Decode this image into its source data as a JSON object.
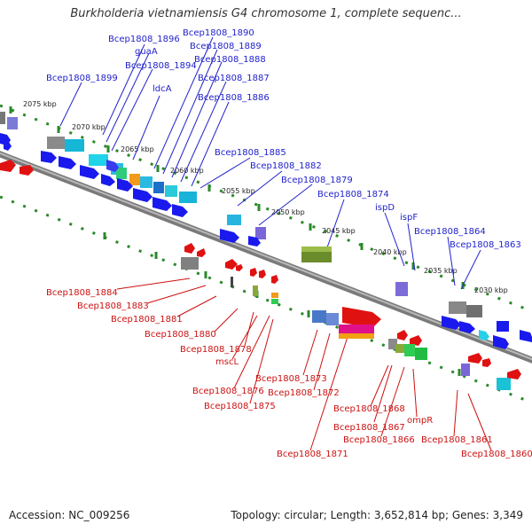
{
  "title": "Burkholderia vietnamiensis G4 chromosome 1, complete sequenc...",
  "footer": {
    "accession": "Accession: NC_009256",
    "summary": "Topology: circular; Length: 3,652,814 bp; Genes: 3,349"
  },
  "colors": {
    "forward_label": "#2222cc",
    "reverse_label": "#cc1111",
    "backbone": "#888888",
    "tick_dots": "#2a8a2a"
  },
  "ticks": [
    "2075 kbp",
    "2070 kbp",
    "2065 kbp",
    "2060 kbp",
    "2055 kbp",
    "2050 kbp",
    "2045 kbp",
    "2040 kbp",
    "2035 kbp",
    "2030 kbp"
  ],
  "forward_labels": [
    "Bcep1808_1896",
    "guaA",
    "Bcep1808_1894",
    "Bcep1808_1899",
    "ldcA",
    "Bcep1808_1890",
    "Bcep1808_1889",
    "Bcep1808_1888",
    "Bcep1808_1887",
    "Bcep1808_1886",
    "Bcep1808_1885",
    "Bcep1808_1882",
    "Bcep1808_1879",
    "Bcep1808_1874",
    "ispD",
    "ispF",
    "Bcep1808_1864",
    "Bcep1808_1863"
  ],
  "reverse_labels": [
    "Bcep1808_1884",
    "Bcep1808_1883",
    "Bcep1808_1881",
    "Bcep1808_1880",
    "Bcep1808_1878",
    "mscL",
    "Bcep1808_1876",
    "Bcep1808_1875",
    "Bcep1808_1873",
    "Bcep1808_1872",
    "Bcep1808_1868",
    "Bcep1808_1867",
    "Bcep1808_1866",
    "ompR",
    "Bcep1808_1871",
    "Bcep1808_1861",
    "Bcep1808_1860"
  ]
}
